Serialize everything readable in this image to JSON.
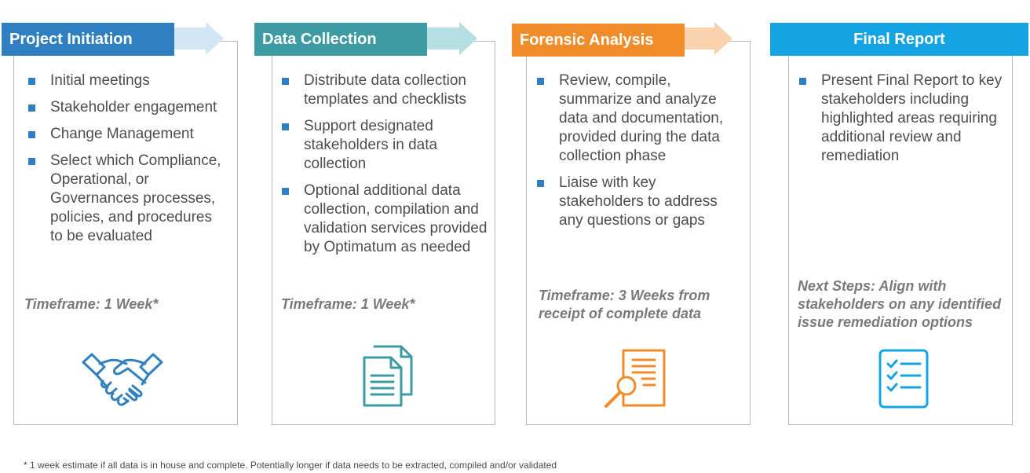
{
  "phases": [
    {
      "title": "Project Initiation",
      "color": "#2f7fc1",
      "arrow_color": "#d3e6f6",
      "items": [
        "Initial meetings",
        "Stakeholder engagement",
        "Change Management",
        "Select which Compliance, Operational, or Governances processes, policies, and procedures to be evaluated"
      ],
      "timeframe": "Timeframe: 1 Week*",
      "icon": "handshake-icon"
    },
    {
      "title": "Data Collection",
      "color": "#3e9ba3",
      "arrow_color": "#b5dfe2",
      "items": [
        "Distribute data collection templates and checklists",
        "Support designated stakeholders in data collection",
        "Optional additional data collection, compilation and validation services provided by Optimatum as needed"
      ],
      "timeframe": "Timeframe: 1 Week*",
      "icon": "documents-icon"
    },
    {
      "title": "Forensic Analysis",
      "color": "#f08c2a",
      "arrow_color": "#fad2ad",
      "items": [
        "Review, compile, summarize and analyze data and documentation, provided during the data collection phase",
        "Liaise with key stakeholders to address any questions or gaps"
      ],
      "timeframe": "Timeframe: 3 Weeks from receipt of complete data",
      "icon": "document-magnifier-icon"
    },
    {
      "title": "Final Report",
      "color": "#15a4e3",
      "items": [
        "Present Final Report to key stakeholders including highlighted areas requiring additional review and remediation"
      ],
      "timeframe": "Next Steps: Align with stakeholders on any identified issue remediation options",
      "icon": "checklist-icon"
    }
  ],
  "footnote": "* 1 week estimate if all data is in house and complete. Potentially longer if data needs to be extracted, compiled and/or validated"
}
